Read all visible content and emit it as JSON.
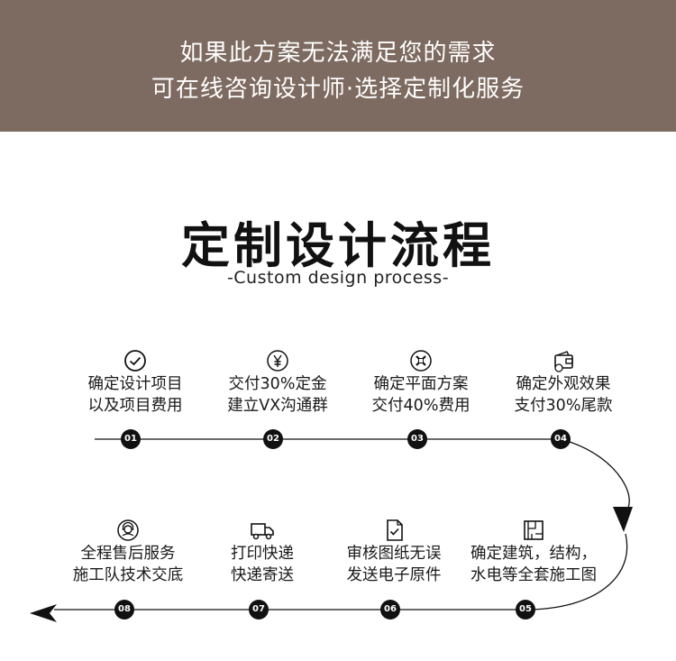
{
  "banner": {
    "line1": "如果此方案无法满足您的需求",
    "line2": "可在线咨询设计师·选择定制化服务"
  },
  "heading": {
    "title": "定制设计流程",
    "subtitle": "-Custom design process-"
  },
  "steps": [
    {
      "num": "01",
      "icon": "check-circle-icon",
      "line1": "确定设计项目",
      "line2": "以及项目费用"
    },
    {
      "num": "02",
      "icon": "yen-circle-icon",
      "line1": "交付30%定金",
      "line2": "建立VX沟通群"
    },
    {
      "num": "03",
      "icon": "tools-circle-icon",
      "line1": "确定平面方案",
      "line2": "交付40%费用"
    },
    {
      "num": "04",
      "icon": "wallet-icon",
      "line1": "确定外观效果",
      "line2": "支付30%尾款"
    },
    {
      "num": "05",
      "icon": "blueprint-icon",
      "line1": "确定建筑，结构，",
      "line2": "水电等全套施工图"
    },
    {
      "num": "06",
      "icon": "document-check-icon",
      "line1": "审核图纸无误",
      "line2": "发送电子原件"
    },
    {
      "num": "07",
      "icon": "truck-icon",
      "line1": "打印快递",
      "line2": "快递寄送"
    },
    {
      "num": "08",
      "icon": "service-agent-icon",
      "line1": "全程售后服务",
      "line2": "施工队技术交底"
    }
  ],
  "colors": {
    "banner": "#7d6a60",
    "line": "#111111"
  }
}
